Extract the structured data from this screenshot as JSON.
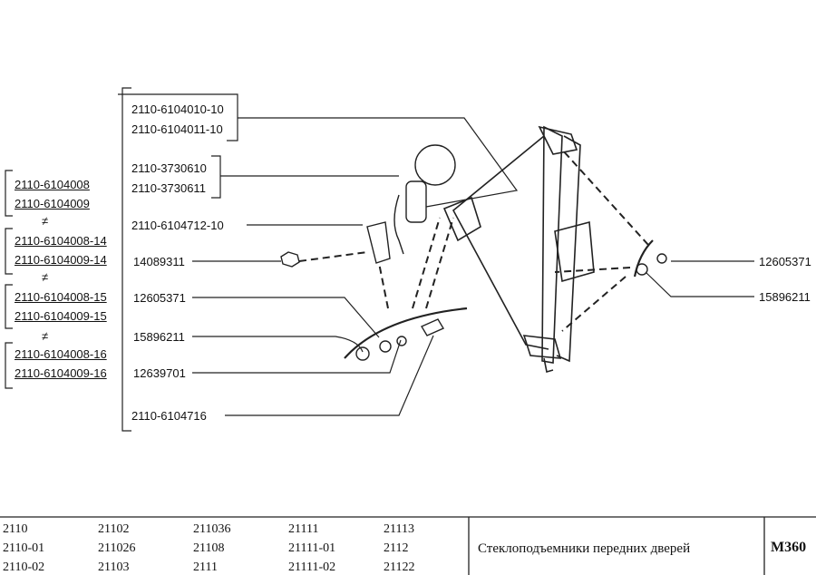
{
  "variants": [
    [
      "2110-6104008",
      "2110-6104009"
    ],
    [
      "2110-6104008-14",
      "2110-6104009-14"
    ],
    [
      "2110-6104008-15",
      "2110-6104009-15"
    ],
    [
      "2110-6104008-16",
      "2110-6104009-16"
    ]
  ],
  "not_equal": "≠",
  "parts_left": {
    "regulator_l": "2110-6104010-10",
    "regulator_r": "2110-6104011-10",
    "motor_l": "2110-3730610",
    "motor_r": "2110-3730611",
    "bracket": "2110-6104712-10",
    "nut1": "14089311",
    "nut2": "12605371",
    "washer": "15896211",
    "stud": "12639701",
    "bushing": "2110-6104716"
  },
  "parts_right": {
    "nut": "12605371",
    "washer": "15896211"
  },
  "footer": {
    "models": [
      [
        "2110",
        "21102",
        "211036",
        "21111",
        "21113"
      ],
      [
        "2110-01",
        "211026",
        "21108",
        "21111-01",
        "2112"
      ],
      [
        "2110-02",
        "21103",
        "2111",
        "21111-02",
        "21122"
      ]
    ],
    "title": "Стеклоподъемники передних дверей",
    "code": "M360"
  }
}
